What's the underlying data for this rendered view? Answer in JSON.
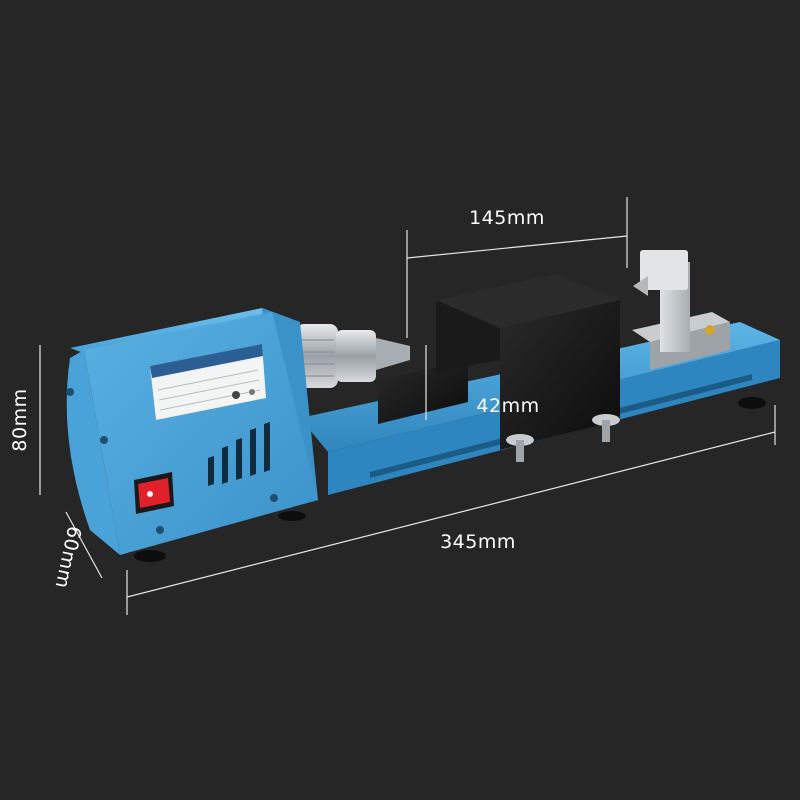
{
  "dimensions": {
    "length": "345mm",
    "height": "80mm",
    "depth": "60mm",
    "center_distance": "145mm",
    "clearance": "42mm"
  },
  "colors": {
    "background": "#262626",
    "body_blue": "#4fa8db",
    "body_blue_dark": "#2f84b8",
    "switch_red": "#e0202a",
    "chuck_silver": "#bfc4c8",
    "rest_black": "#141414"
  },
  "icons": [
    "power-switch-icon",
    "mode-switch-icon",
    "motor-vent-icon"
  ]
}
